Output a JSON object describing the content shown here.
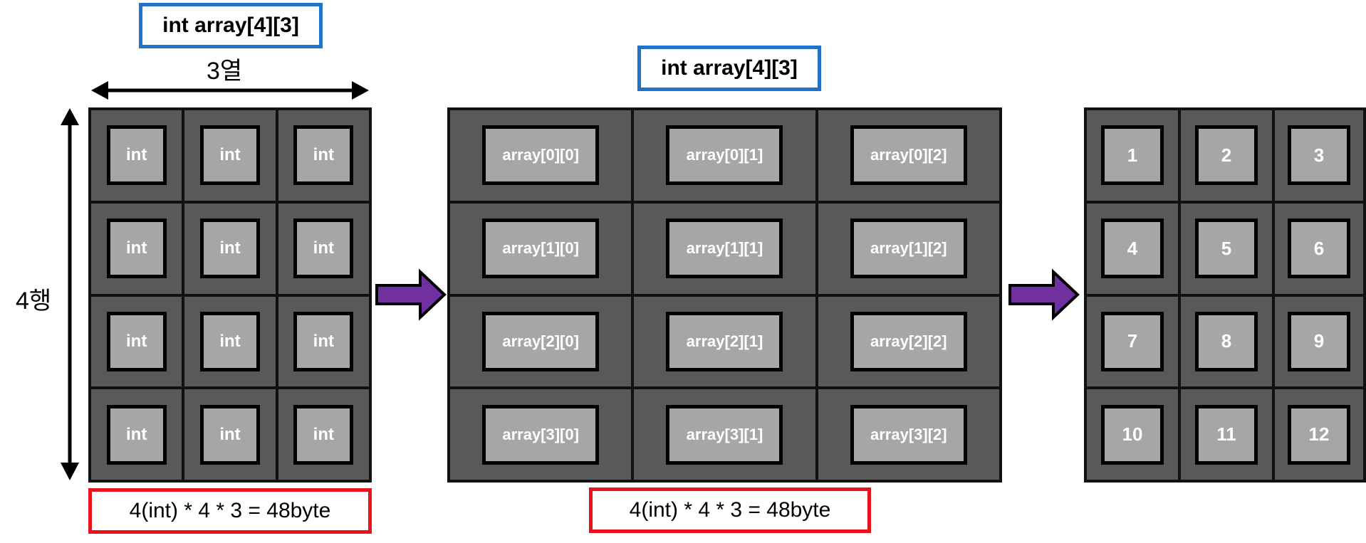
{
  "left_panel": {
    "title": "int array[4][3]",
    "cols_label": "3열",
    "rows_label": "4행",
    "cells": [
      "int",
      "int",
      "int",
      "int",
      "int",
      "int",
      "int",
      "int",
      "int",
      "int",
      "int",
      "int"
    ],
    "size_formula": "4(int) * 4 * 3 = 48byte"
  },
  "middle_panel": {
    "title": "int array[4][3]",
    "cells": [
      "array[0][0]",
      "array[0][1]",
      "array[0][2]",
      "array[1][0]",
      "array[1][1]",
      "array[1][2]",
      "array[2][0]",
      "array[2][1]",
      "array[2][2]",
      "array[3][0]",
      "array[3][1]",
      "array[3][2]"
    ],
    "size_formula": "4(int) * 4 * 3 = 48byte"
  },
  "right_panel": {
    "cells": [
      "1",
      "2",
      "3",
      "4",
      "5",
      "6",
      "7",
      "8",
      "9",
      "10",
      "11",
      "12"
    ]
  },
  "colors": {
    "title_border": "#1f73c8",
    "formula_border": "#e8141c",
    "arrow": "#7030a0",
    "cell_outer": "#595959",
    "cell_inner": "#a6a6a6"
  }
}
